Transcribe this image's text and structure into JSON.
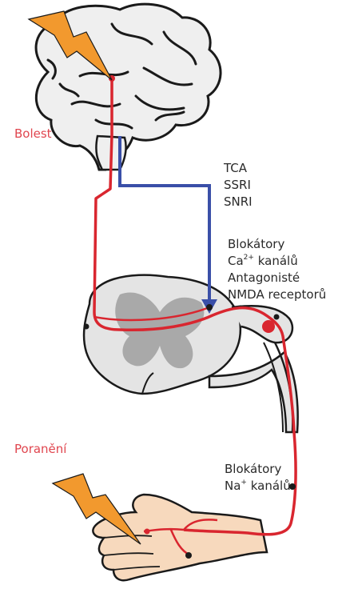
{
  "labels": {
    "pain": "Bolest",
    "injury": "Poranění"
  },
  "drug_groups": {
    "descending": [
      "TCA",
      "SSRI",
      "SNRI"
    ],
    "spinal": {
      "line1": "Blokátory",
      "line2_pre": "Ca",
      "line2_sup": "2+",
      "line2_post": " kanálů",
      "line3": "Antagonisté",
      "line4": "NMDA receptorů"
    },
    "peripheral": {
      "line1": "Blokátory",
      "line2_pre": "Na",
      "line2_sup": "+",
      "line2_post": " kanálů"
    }
  },
  "colors": {
    "ascending_pathway": "#d9262f",
    "descending_pathway": "#3a4fa8",
    "label_red": "#e0464f",
    "lightning": "#f2992e",
    "skin": "#f7d9bd",
    "tissue": "#dcdcdc",
    "grey_matter": "#a9a9a9"
  }
}
